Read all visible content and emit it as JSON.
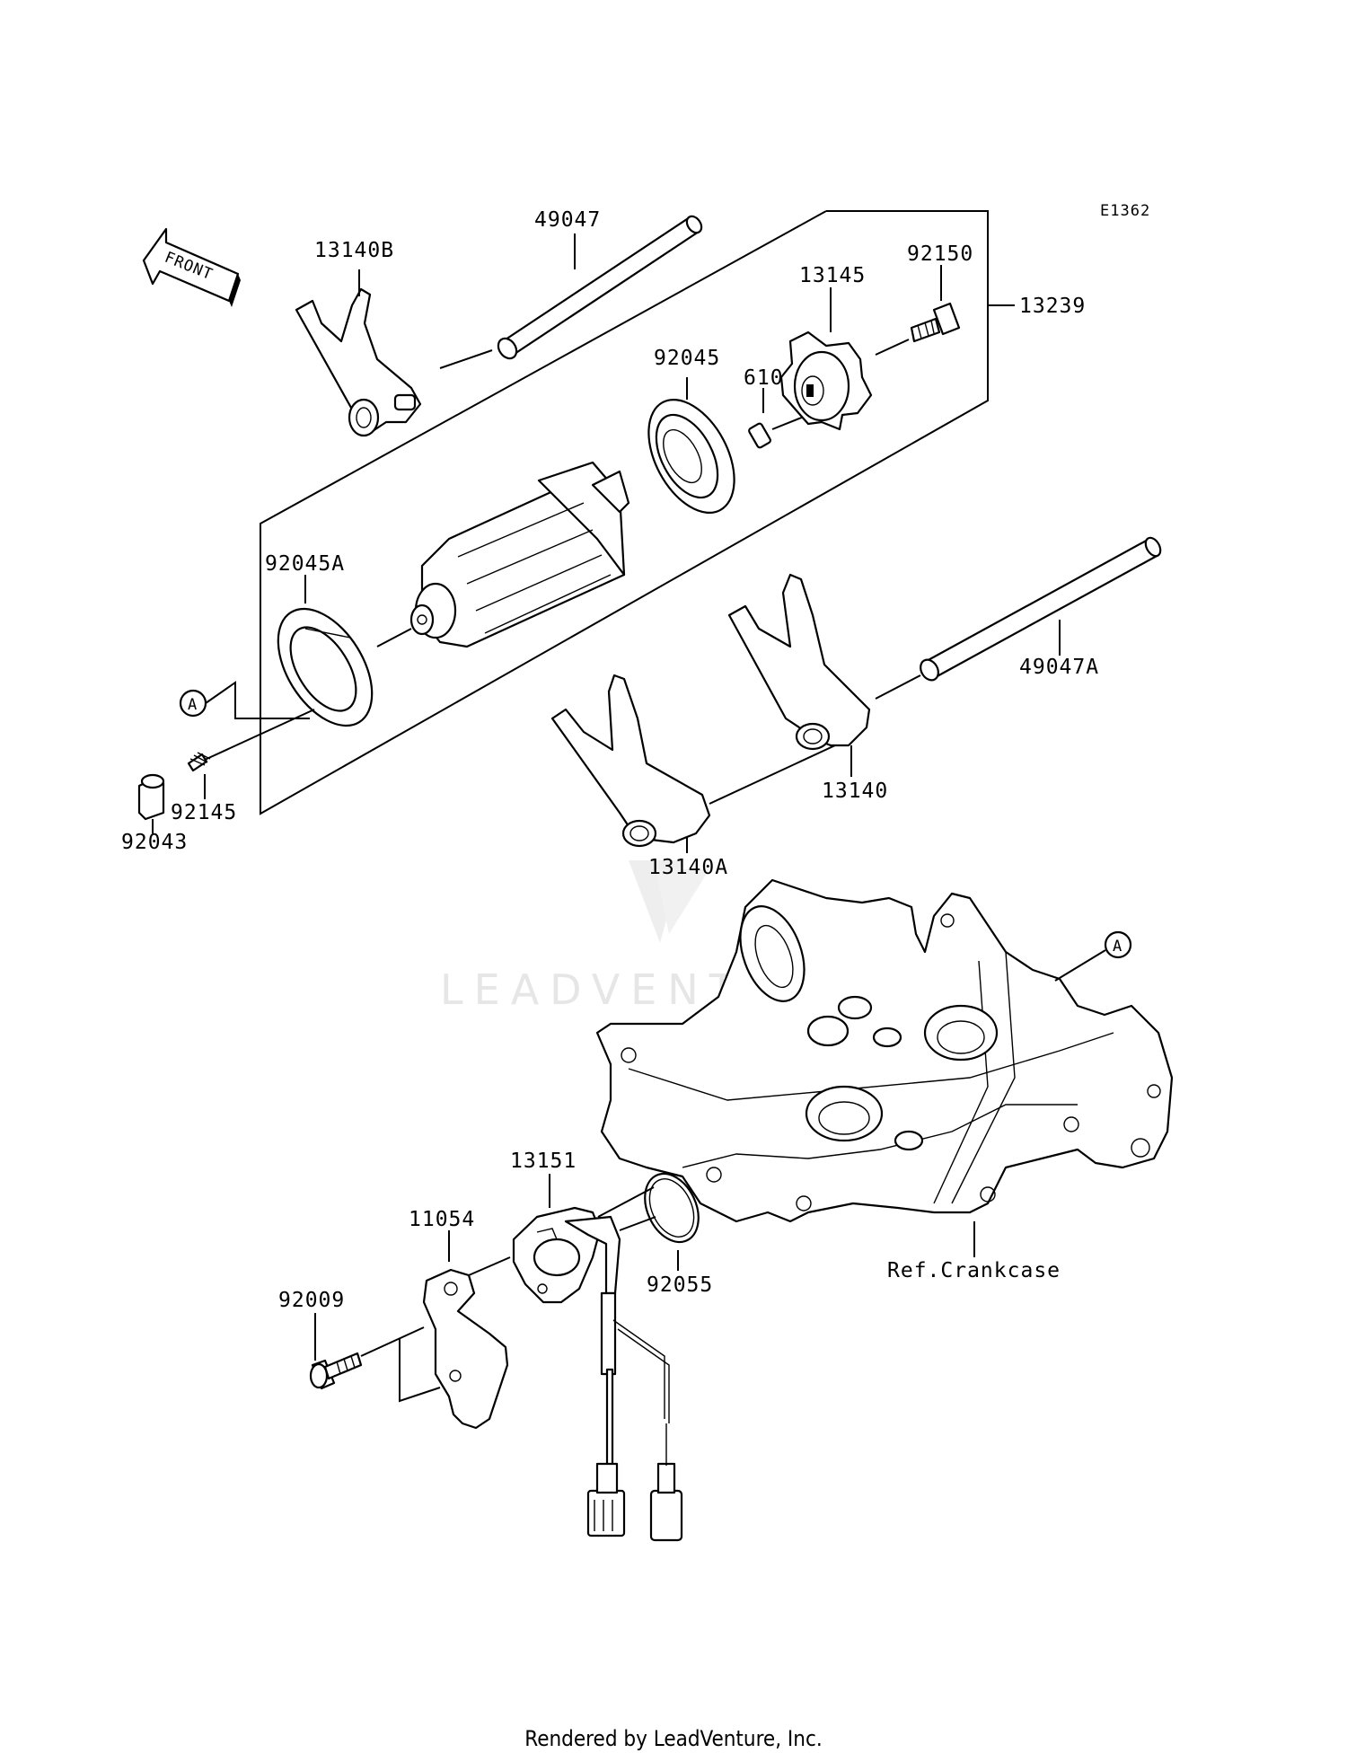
{
  "diagram": {
    "code": "E1362",
    "front_label": "FRONT",
    "ref_label": "Ref.Crankcase",
    "callout": "A",
    "watermark": "LEADVENTURE",
    "parts": {
      "p49047": "49047",
      "p13140B": "13140B",
      "p92150": "92150",
      "p13145": "13145",
      "p13239": "13239",
      "p92045": "92045",
      "p610": "610",
      "p92045A": "92045A",
      "p49047A": "49047A",
      "p92145": "92145",
      "p92043": "92043",
      "p13140": "13140",
      "p13140A": "13140A",
      "p13151": "13151",
      "p11054": "11054",
      "p92009": "92009",
      "p92055": "92055"
    }
  },
  "footer": "Rendered by LeadVenture, Inc."
}
